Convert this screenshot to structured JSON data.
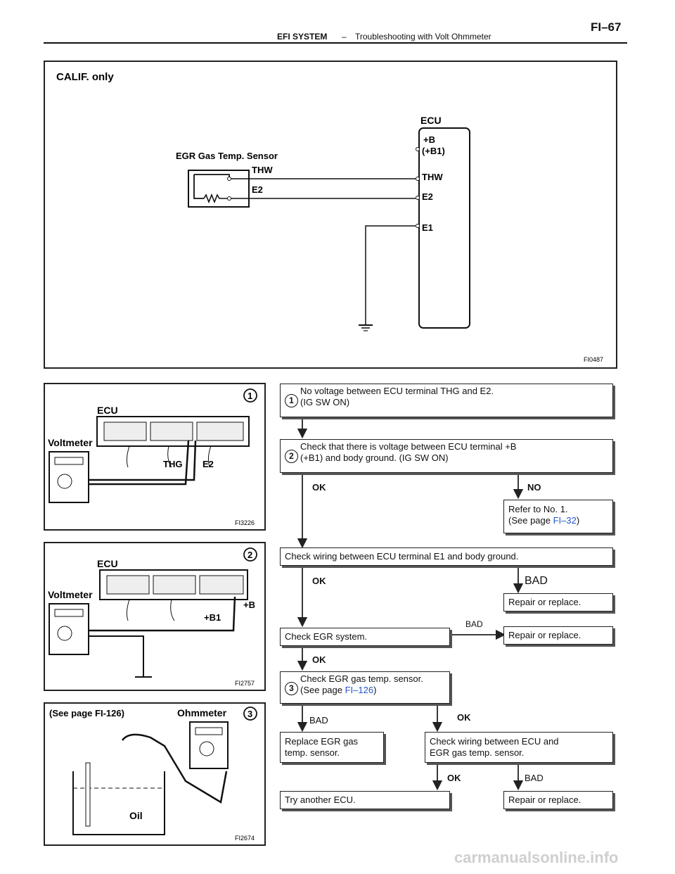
{
  "header": {
    "section": "EFI SYSTEM",
    "separator": "–",
    "subtitle": "Troubleshooting with Volt Ohmmeter",
    "page": "FI–67"
  },
  "wiring_diagram": {
    "title": "CALIF. only",
    "ecu_label": "ECU",
    "sensor_label": "EGR Gas Temp. Sensor",
    "sensor_terminals": [
      "THW",
      "E2"
    ],
    "ecu_terminals": [
      "+B",
      "(+B1)",
      "THW",
      "E2",
      "E1"
    ],
    "figure_code": "FI0487"
  },
  "figures": [
    {
      "step": "1",
      "ecu": "ECU",
      "meter": "Voltmeter",
      "probes": [
        "THG",
        "E2"
      ],
      "code": "FI3226"
    },
    {
      "step": "2",
      "ecu": "ECU",
      "meter": "Voltmeter",
      "probes": [
        "+B1",
        "+B"
      ],
      "code": "FI2757"
    },
    {
      "step": "3",
      "note": "(See page FI-126)",
      "meter": "Ohmmeter",
      "liquid": "Oil",
      "code": "FI2674"
    }
  ],
  "flow": {
    "step1": {
      "num": "1",
      "line1": "No voltage between ECU terminal THG and E2.",
      "line2": "(IG SW ON)"
    },
    "step2": {
      "num": "2",
      "line1": "Check that there is voltage between ECU terminal +B",
      "line2": "(+B1) and body ground. (IG SW ON)"
    },
    "ok1": "OK",
    "no1": "NO",
    "refer": {
      "line1": "Refer to No. 1.",
      "prefix": "(See page ",
      "link": "FI–32",
      "suffix": ")"
    },
    "check_e1": "Check wiring between ECU terminal E1 and body ground.",
    "ok2": "OK",
    "bad1": "BAD",
    "repair1": "Repair or replace.",
    "check_egr": "Check EGR system.",
    "bad2": "BAD",
    "repair2": "Repair or replace.",
    "ok3": "OK",
    "step3": {
      "num": "3",
      "line1": "Check EGR gas temp. sensor.",
      "prefix": "(See page ",
      "link": "FI–126",
      "suffix": ")"
    },
    "bad3": "BAD",
    "ok4": "OK",
    "replace": {
      "line1": "Replace EGR gas",
      "line2": "temp. sensor."
    },
    "check_wiring": {
      "line1": "Check wiring between ECU and",
      "line2": "EGR gas temp. sensor."
    },
    "ok5": "OK",
    "bad4": "BAD",
    "try_ecu": "Try another ECU.",
    "repair3": "Repair or replace."
  },
  "watermark": "carmanualsonline.info"
}
